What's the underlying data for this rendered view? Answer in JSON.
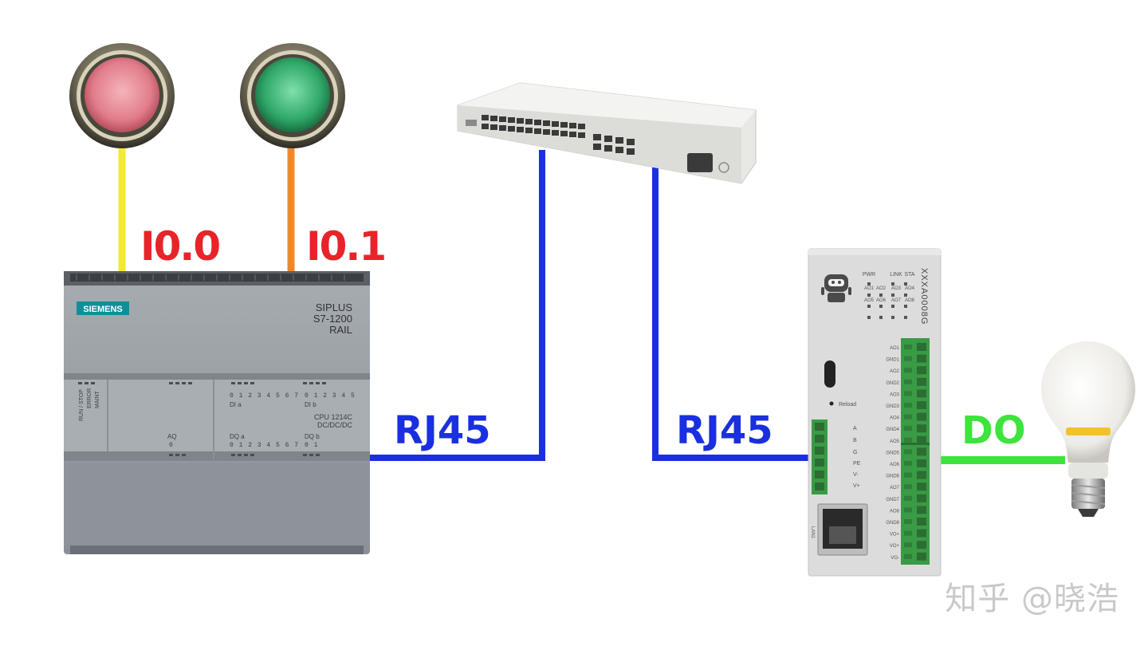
{
  "inputs": [
    {
      "label": "I0.0",
      "lamp_color": "#e88a96",
      "wire_color": "#f2ea2a"
    },
    {
      "label": "I0.1",
      "lamp_color": "#39b878",
      "wire_color": "#f0882a"
    }
  ],
  "plc": {
    "brand": "SIEMENS",
    "model_lines": [
      "SIPLUS",
      "S7-1200",
      "RAIL"
    ],
    "cpu_lines": [
      "CPU 1214C",
      "DC/DC/DC"
    ],
    "status_leds": [
      "RUN / STOP",
      "ERROR",
      "MAINT"
    ],
    "di_a": "DI a",
    "di_b": "DI b",
    "aq": "AQ",
    "dq_a": "DQ a",
    "dq_b": "DQ b",
    "di_a_pins": "0 1 2 3 4 5 6 7",
    "di_b_pins": "0 1 2 3 4 5",
    "dq_a_pins": "0 1 2 3 4 5 6 7",
    "dq_b_pins": "0 1",
    "aq_pins": "0"
  },
  "links": {
    "plc_to_switch": "RJ45",
    "switch_to_module": "RJ45",
    "module_to_lamp": "DO",
    "ethernet_color": "#1a2fe0",
    "do_color": "#3ce43c"
  },
  "module": {
    "model": "XXXA0008G",
    "led_labels": [
      "PWR",
      "LINK",
      "STA",
      "AO1",
      "AO2",
      "AO3",
      "AO4",
      "AO5",
      "AO6",
      "AO7",
      "AO8"
    ],
    "reload": "Reload",
    "left_terminals": [
      "A",
      "B",
      "G",
      "PE",
      "V-",
      "V+"
    ],
    "lan": "LAN1",
    "right_terminals": [
      "AO1",
      "GND1",
      "AO2",
      "GND2",
      "AO3",
      "GND3",
      "AO4",
      "GND4",
      "AO5",
      "GND5",
      "AO6",
      "GND6",
      "AO7",
      "GND7",
      "AO8",
      "GND8",
      "VO+",
      "VO+",
      "VO-"
    ]
  },
  "watermark": "知乎 @晓浩"
}
